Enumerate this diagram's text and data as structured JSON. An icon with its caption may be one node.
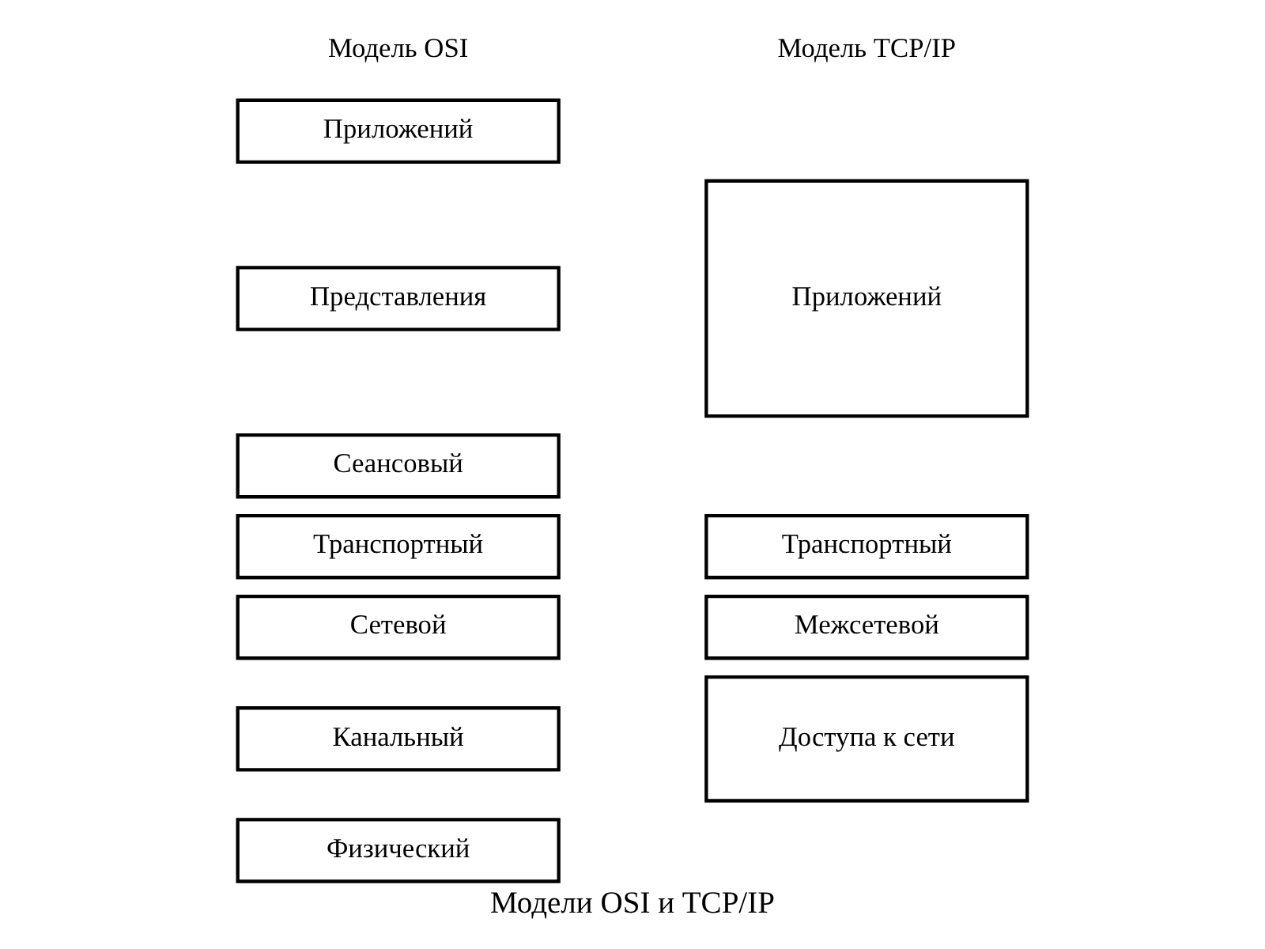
{
  "diagram": {
    "caption": "Модели OSI и TCP/IP",
    "nodes": [
      {
        "text": [
          "Приложений"
        ]
      },
      {
        "text": [
          "Представления"
        ]
      },
      {
        "text": [
          "Сеансовый"
        ]
      },
      {
        "text": [
          "Транспортный"
        ]
      },
      {
        "text": [
          "Сетевой"
        ]
      },
      {
        "text": [
          "Канальный"
        ]
      },
      {
        "text": [
          "Физический"
        ]
      },
      {
        "text": [
          "Приложений"
        ]
      },
      {
        "text": [
          "Транспортный"
        ]
      },
      {
        "text": [
          "Межсетевой"
        ]
      },
      {
        "text": [
          "Доступа к сети"
        ]
      }
    ],
    "edges": [],
    "labels": [
      "Модель OSI",
      "Модель TCP/IP"
    ]
  }
}
